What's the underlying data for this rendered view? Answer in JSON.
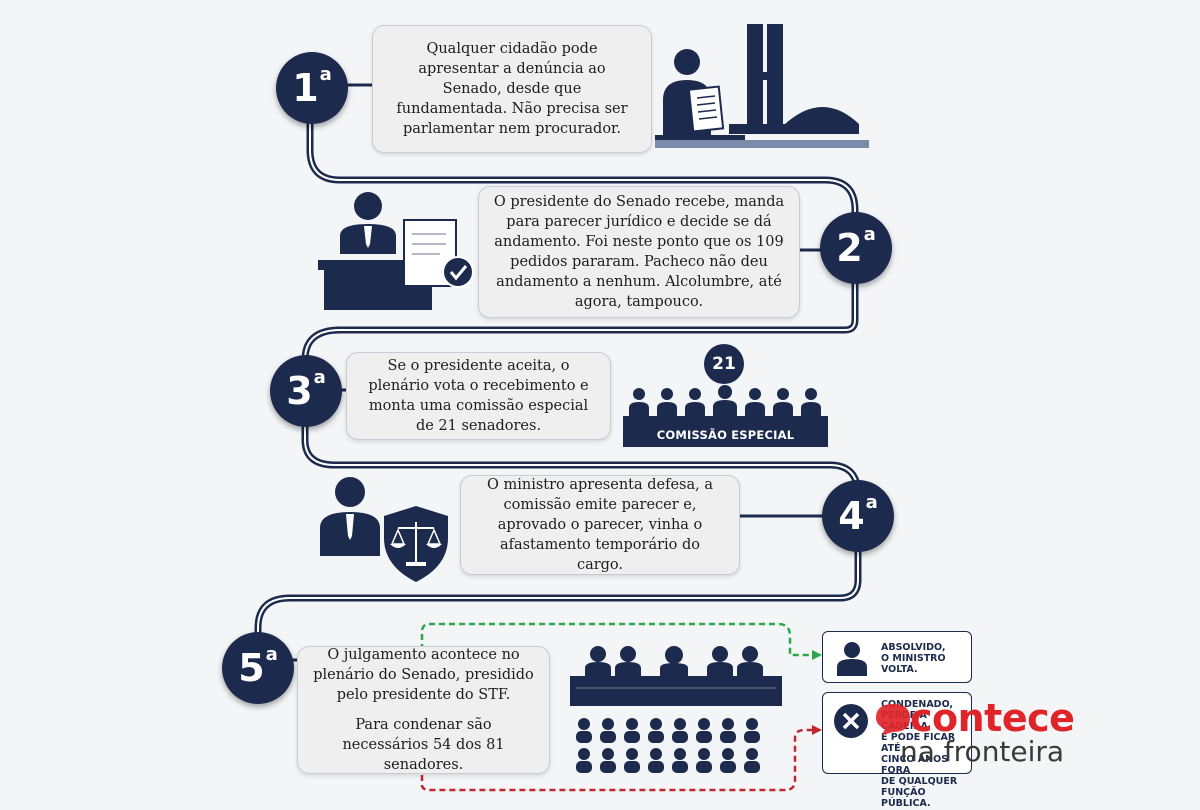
{
  "steps": [
    {
      "num": "1",
      "sup": "a",
      "text": "Qualquer cidadão pode apresentar a denúncia ao Senado, desde que fundamentada. Não precisa ser parlamentar nem procurador."
    },
    {
      "num": "2",
      "sup": "a",
      "text": "O presidente do Senado recebe, manda para parecer jurídico e decide se dá andamento. Foi neste ponto que os 109 pedidos pararam. Pacheco não deu andamento a nenhum. Alcolumbre, até agora, tampouco."
    },
    {
      "num": "3",
      "sup": "a",
      "text": "Se o presidente aceita, o plenário vota o recebimento e monta uma comissão especial de 21 senadores."
    },
    {
      "num": "4",
      "sup": "a",
      "text": "O ministro apresenta defesa, a comissão emite parecer e, aprovado o parecer, vinha o afastamento temporário do cargo."
    },
    {
      "num": "5",
      "sup": "a",
      "text": "O julgamento acontece no plenário do Senado, presidido pelo presidente do STF.",
      "text2": "Para condenar são necessários 54 dos 81 senadores."
    }
  ],
  "commission": {
    "count": "21",
    "label": "COMISSÃO ESPECIAL"
  },
  "outcomes": {
    "absolved": {
      "lines": [
        "ABSOLVIDO,",
        "O MINISTRO",
        "VOLTA."
      ]
    },
    "condemned": {
      "lines": [
        "CONDENADO,",
        "PERDE A CADEIRA",
        "E PODE FICAR ATÉ",
        "CINCO ANOS FORA",
        "DE QUALQUER",
        "FUNÇÃO PÚBLICA."
      ]
    }
  },
  "logo": {
    "line1": "contece",
    "line2": "na fronteira"
  },
  "colors": {
    "navy": "#1b2a4d",
    "green": "#2aa84a",
    "red": "#c0272d",
    "logo_red": "#e0252a"
  },
  "icons": [
    "citizen-with-document-icon",
    "congress-building-icon",
    "senate-president-podium-icon",
    "document-check-icon",
    "senators-row-icon",
    "minister-icon",
    "justice-shield-icon",
    "plenary-icon",
    "x-icon"
  ]
}
